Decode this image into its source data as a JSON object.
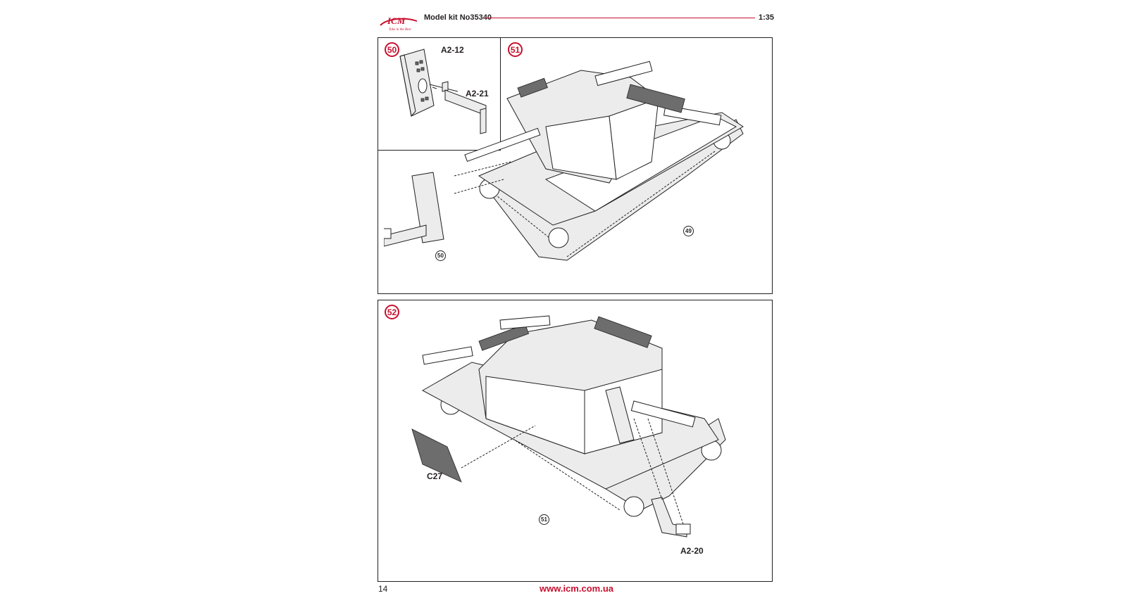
{
  "header": {
    "brand": "ICM",
    "slogan": "Take in the Best",
    "kit_label": "Model kit No35340",
    "scale": "1:35"
  },
  "steps": [
    {
      "number": "50",
      "parts": [
        "A2-12",
        "A2-21"
      ]
    },
    {
      "number": "51",
      "refs": [
        "50",
        "49"
      ]
    },
    {
      "number": "52",
      "parts": [
        "C27",
        "A2-20"
      ],
      "refs": [
        "51"
      ]
    }
  ],
  "footer": {
    "page_number": "14",
    "url": "www.icm.com.ua"
  },
  "colors": {
    "accent": "#c8102e",
    "line": "#231f20"
  }
}
